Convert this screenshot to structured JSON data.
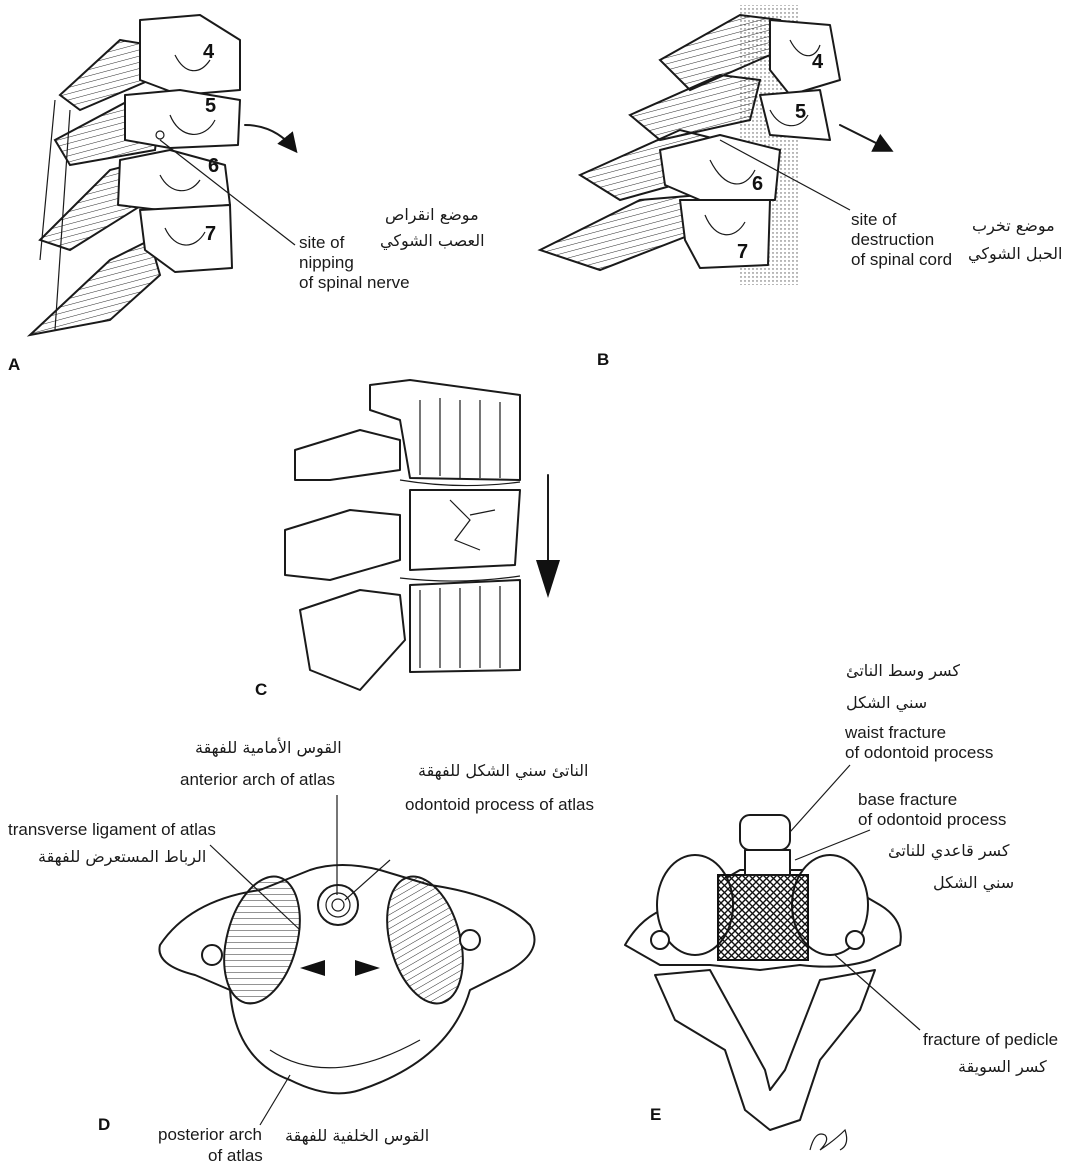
{
  "panels": {
    "a": {
      "letter": "A",
      "vertebrae": [
        "4",
        "5",
        "6",
        "7"
      ],
      "label_en": [
        "site of",
        "nipping",
        "of spinal nerve"
      ],
      "label_ar": [
        "موضع انقراص",
        "العصب الشوكي"
      ]
    },
    "b": {
      "letter": "B",
      "vertebrae": [
        "4",
        "5",
        "6",
        "7"
      ],
      "label_en": [
        "site of",
        "destruction",
        "of spinal cord"
      ],
      "label_ar": [
        "موضع تخرب",
        "الحبل الشوكي"
      ]
    },
    "c": {
      "letter": "C"
    },
    "d": {
      "letter": "D",
      "anterior_arch_ar": "القوس الأمامية للفهقة",
      "anterior_arch_en": "anterior arch of atlas",
      "odontoid_ar": "الناتئ سني الشكل للفهقة",
      "odontoid_en": "odontoid process of atlas",
      "transverse_en": "transverse ligament of atlas",
      "transverse_ar": "الرباط المستعرض للفهقة",
      "posterior_en": [
        "posterior arch",
        "of atlas"
      ],
      "posterior_ar": "القوس الخلفية للفهقة"
    },
    "e": {
      "letter": "E",
      "waist_ar": [
        "كسر وسط الناتئ",
        "سني الشكل"
      ],
      "waist_en": [
        "waist fracture",
        "of odontoid process"
      ],
      "base_en": [
        "base  fracture",
        "of odontoid process"
      ],
      "base_ar": [
        "كسر قاعدي للناتئ",
        "سني الشكل"
      ],
      "pedicle_en": "fracture of pedicle",
      "pedicle_ar": "كسر السويقة"
    }
  }
}
